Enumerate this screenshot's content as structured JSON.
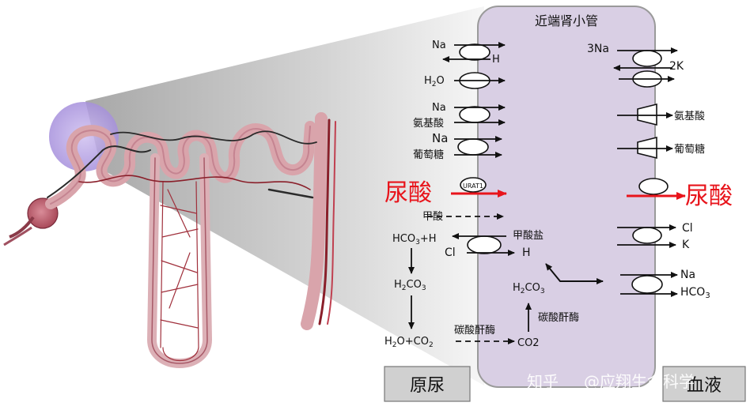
{
  "cell_title": "近端肾小管",
  "lumen_label": "原尿",
  "blood_label": "血液",
  "watermark": {
    "site": "知乎",
    "author": "@应翔生命科学"
  },
  "apical": {
    "na_in": "Na",
    "h_out": "H",
    "h2o": "H",
    "h2o_sub": "2",
    "h2o_tail": "O",
    "na2": "Na",
    "amino": "氨基酸",
    "na3": "Na",
    "glucose": "葡萄糖",
    "urat1": "URAT1",
    "uric_acid": "尿酸",
    "formic_acid": "甲酸",
    "formate": "甲酸盐",
    "cl": "Cl",
    "h_in": "H"
  },
  "lumen_chem": {
    "hco3_h": {
      "a": "HCO",
      "sub": "3",
      "b": "+H"
    },
    "h2co3": {
      "a": "H",
      "sub1": "2",
      "b": "CO",
      "sub2": "3"
    },
    "h2o_co2": {
      "a": "H",
      "sub1": "2",
      "b": "O+CO",
      "sub2": "2"
    },
    "carbonic_anhydrase": "碳酸酐酶"
  },
  "cell_chem": {
    "h2co3": {
      "a": "H",
      "sub1": "2",
      "b": "CO",
      "sub2": "3"
    },
    "carbonic_anhydrase": "碳酸酐酶",
    "co2": "CO2"
  },
  "basolateral": {
    "na3": "3Na",
    "k2": "2K",
    "amino": "氨基酸",
    "glucose": "葡萄糖",
    "uric_acid": "尿酸",
    "cl": "Cl",
    "k": "K",
    "na": "Na",
    "hco3": {
      "a": "HCO",
      "sub": "3"
    }
  },
  "colors": {
    "cell_fill": "#d9cfe4",
    "cell_stroke": "#9a9a9a",
    "uric_red": "#e8141b",
    "label_box": "#d0d0d0"
  }
}
